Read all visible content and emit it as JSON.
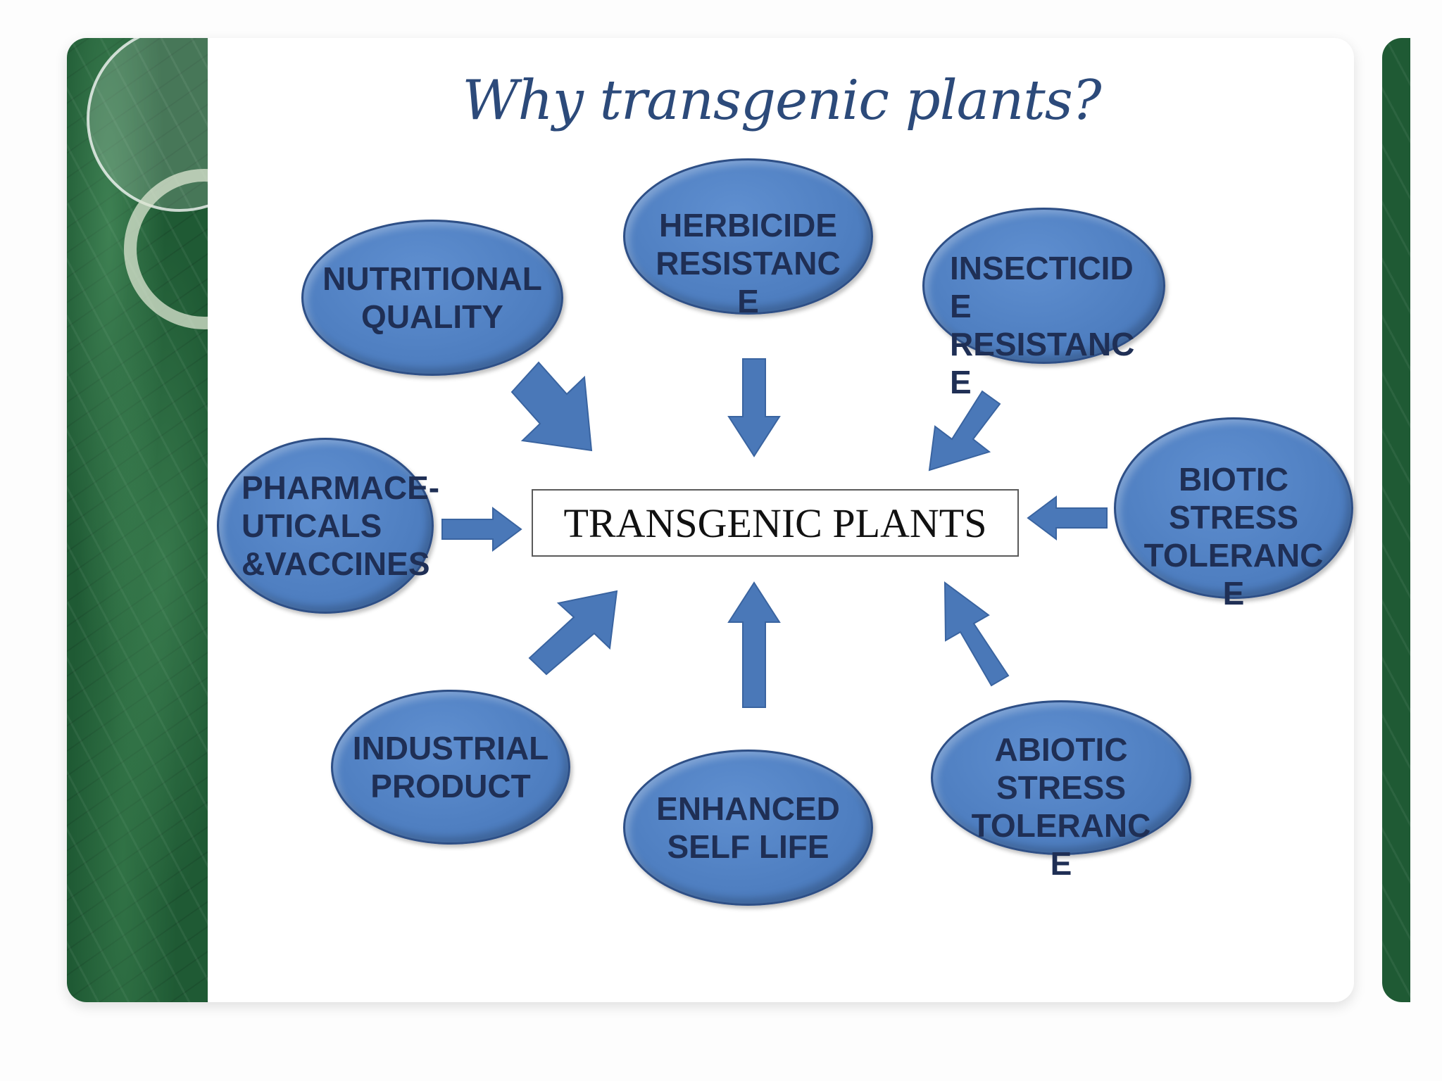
{
  "title": "Why transgenic plants?",
  "center": "TRANSGENIC PLANTS",
  "nodes": {
    "nutritional": "NUTRITIONAL\nQUALITY",
    "herbicide": "HERBICIDE\nRESISTANC\nE",
    "insecticide": "INSECTICID\nE\nRESISTANC\nE",
    "pharma": "PHARMACE-\nUTICALS\n&VACCINES",
    "biotic": "BIOTIC\nSTRESS\nTOLERANC\nE",
    "industrial": "INDUSTRIAL\nPRODUCT",
    "enhanced": "ENHANCED\nSELF LIFE",
    "abiotic": "ABIOTIC\nSTRESS\nTOLERANC\nE"
  },
  "colors": {
    "node_fill": "#4f7fc1",
    "arrow_fill": "#4a78b8",
    "title": "#2c4a7a"
  }
}
